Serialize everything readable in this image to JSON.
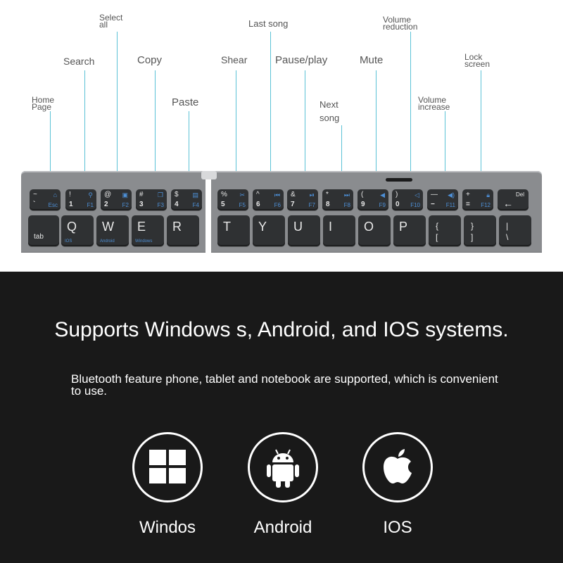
{
  "callouts": {
    "home_page": [
      "Home",
      "Page"
    ],
    "search": "Search",
    "select_all": [
      "Select",
      "all"
    ],
    "copy": "Copy",
    "paste": "Paste",
    "shear": "Shear",
    "last_song": "Last song",
    "pause_play": "Pause/play",
    "next_song": [
      "Next",
      "song"
    ],
    "mute": "Mute",
    "volume_reduction": [
      "Volume",
      "reduction"
    ],
    "volume_increase": [
      "Volume",
      "increase"
    ],
    "lock_screen": [
      "Lock",
      "screen"
    ]
  },
  "function_keys": [
    {
      "glyph": "~",
      "num": "`",
      "label": "Esc"
    },
    {
      "glyph": "!",
      "num": "1",
      "label": "F1"
    },
    {
      "glyph": "@",
      "num": "2",
      "label": "F2"
    },
    {
      "glyph": "#",
      "num": "3",
      "label": "F3"
    },
    {
      "glyph": "$",
      "num": "4",
      "label": "F4"
    },
    {
      "glyph": "%",
      "num": "5",
      "label": "F5"
    },
    {
      "glyph": "^",
      "num": "6",
      "label": "F6"
    },
    {
      "glyph": "&",
      "num": "7",
      "label": "F7"
    },
    {
      "glyph": "*",
      "num": "8",
      "label": "F8"
    },
    {
      "glyph": "(",
      "num": "9",
      "label": "F9"
    },
    {
      "glyph": ")",
      "num": "0",
      "label": "F10"
    },
    {
      "glyph": "—",
      "num": "−",
      "label": "F11"
    },
    {
      "glyph": "+",
      "num": "=",
      "label": "F12"
    },
    {
      "glyph": "Del",
      "num": "←",
      "label": ""
    }
  ],
  "letter_keys": {
    "tab": "tab",
    "tab_sub": "",
    "q": "Q",
    "q_sub": "IOS",
    "w": "W",
    "w_sub": "Android",
    "e": "E",
    "e_sub": "Windows",
    "r": "R",
    "t": "T",
    "y": "Y",
    "u": "U",
    "i": "I",
    "o": "O",
    "p": "P",
    "bracket_top": "{",
    "bracket_bottom": "[",
    "close_top": "}",
    "close_bottom": "]",
    "pipe_top": "|",
    "pipe_bottom": "\\"
  },
  "headline": "Supports Windows s, Android, and IOS systems.",
  "subtext": "Bluetooth feature phone, tablet and notebook are supported, which is convenient to use.",
  "os_items": [
    {
      "label": "Windos",
      "icon": "windows-logo-icon"
    },
    {
      "label": "Android",
      "icon": "android-logo-icon"
    },
    {
      "label": "IOS",
      "icon": "apple-logo-icon"
    }
  ],
  "colors": {
    "leader": "#5bc2d6",
    "fn_legend": "#4d8fd6",
    "panel": "#191919"
  }
}
